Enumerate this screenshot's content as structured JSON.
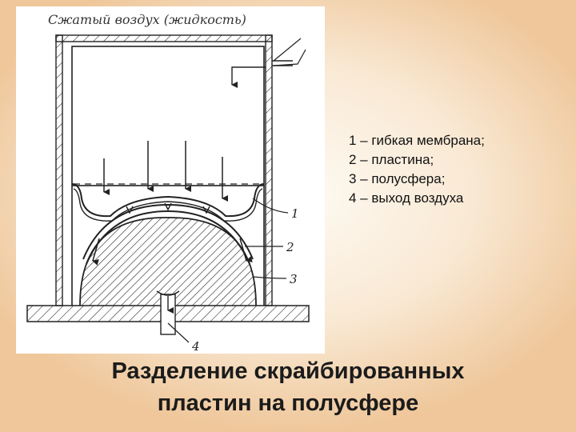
{
  "figure": {
    "caption": "Сжатый воздух (жидкость)",
    "callouts": [
      "1",
      "2",
      "3",
      "4"
    ]
  },
  "legend": {
    "items": [
      "1 – гибкая мембрана;",
      "2 – пластина;",
      "3 – полусфера;",
      "4 – выход воздуха"
    ]
  },
  "slide": {
    "title_line1": "Разделение скрайбированных",
    "title_line2": "пластин  на полусфере"
  }
}
